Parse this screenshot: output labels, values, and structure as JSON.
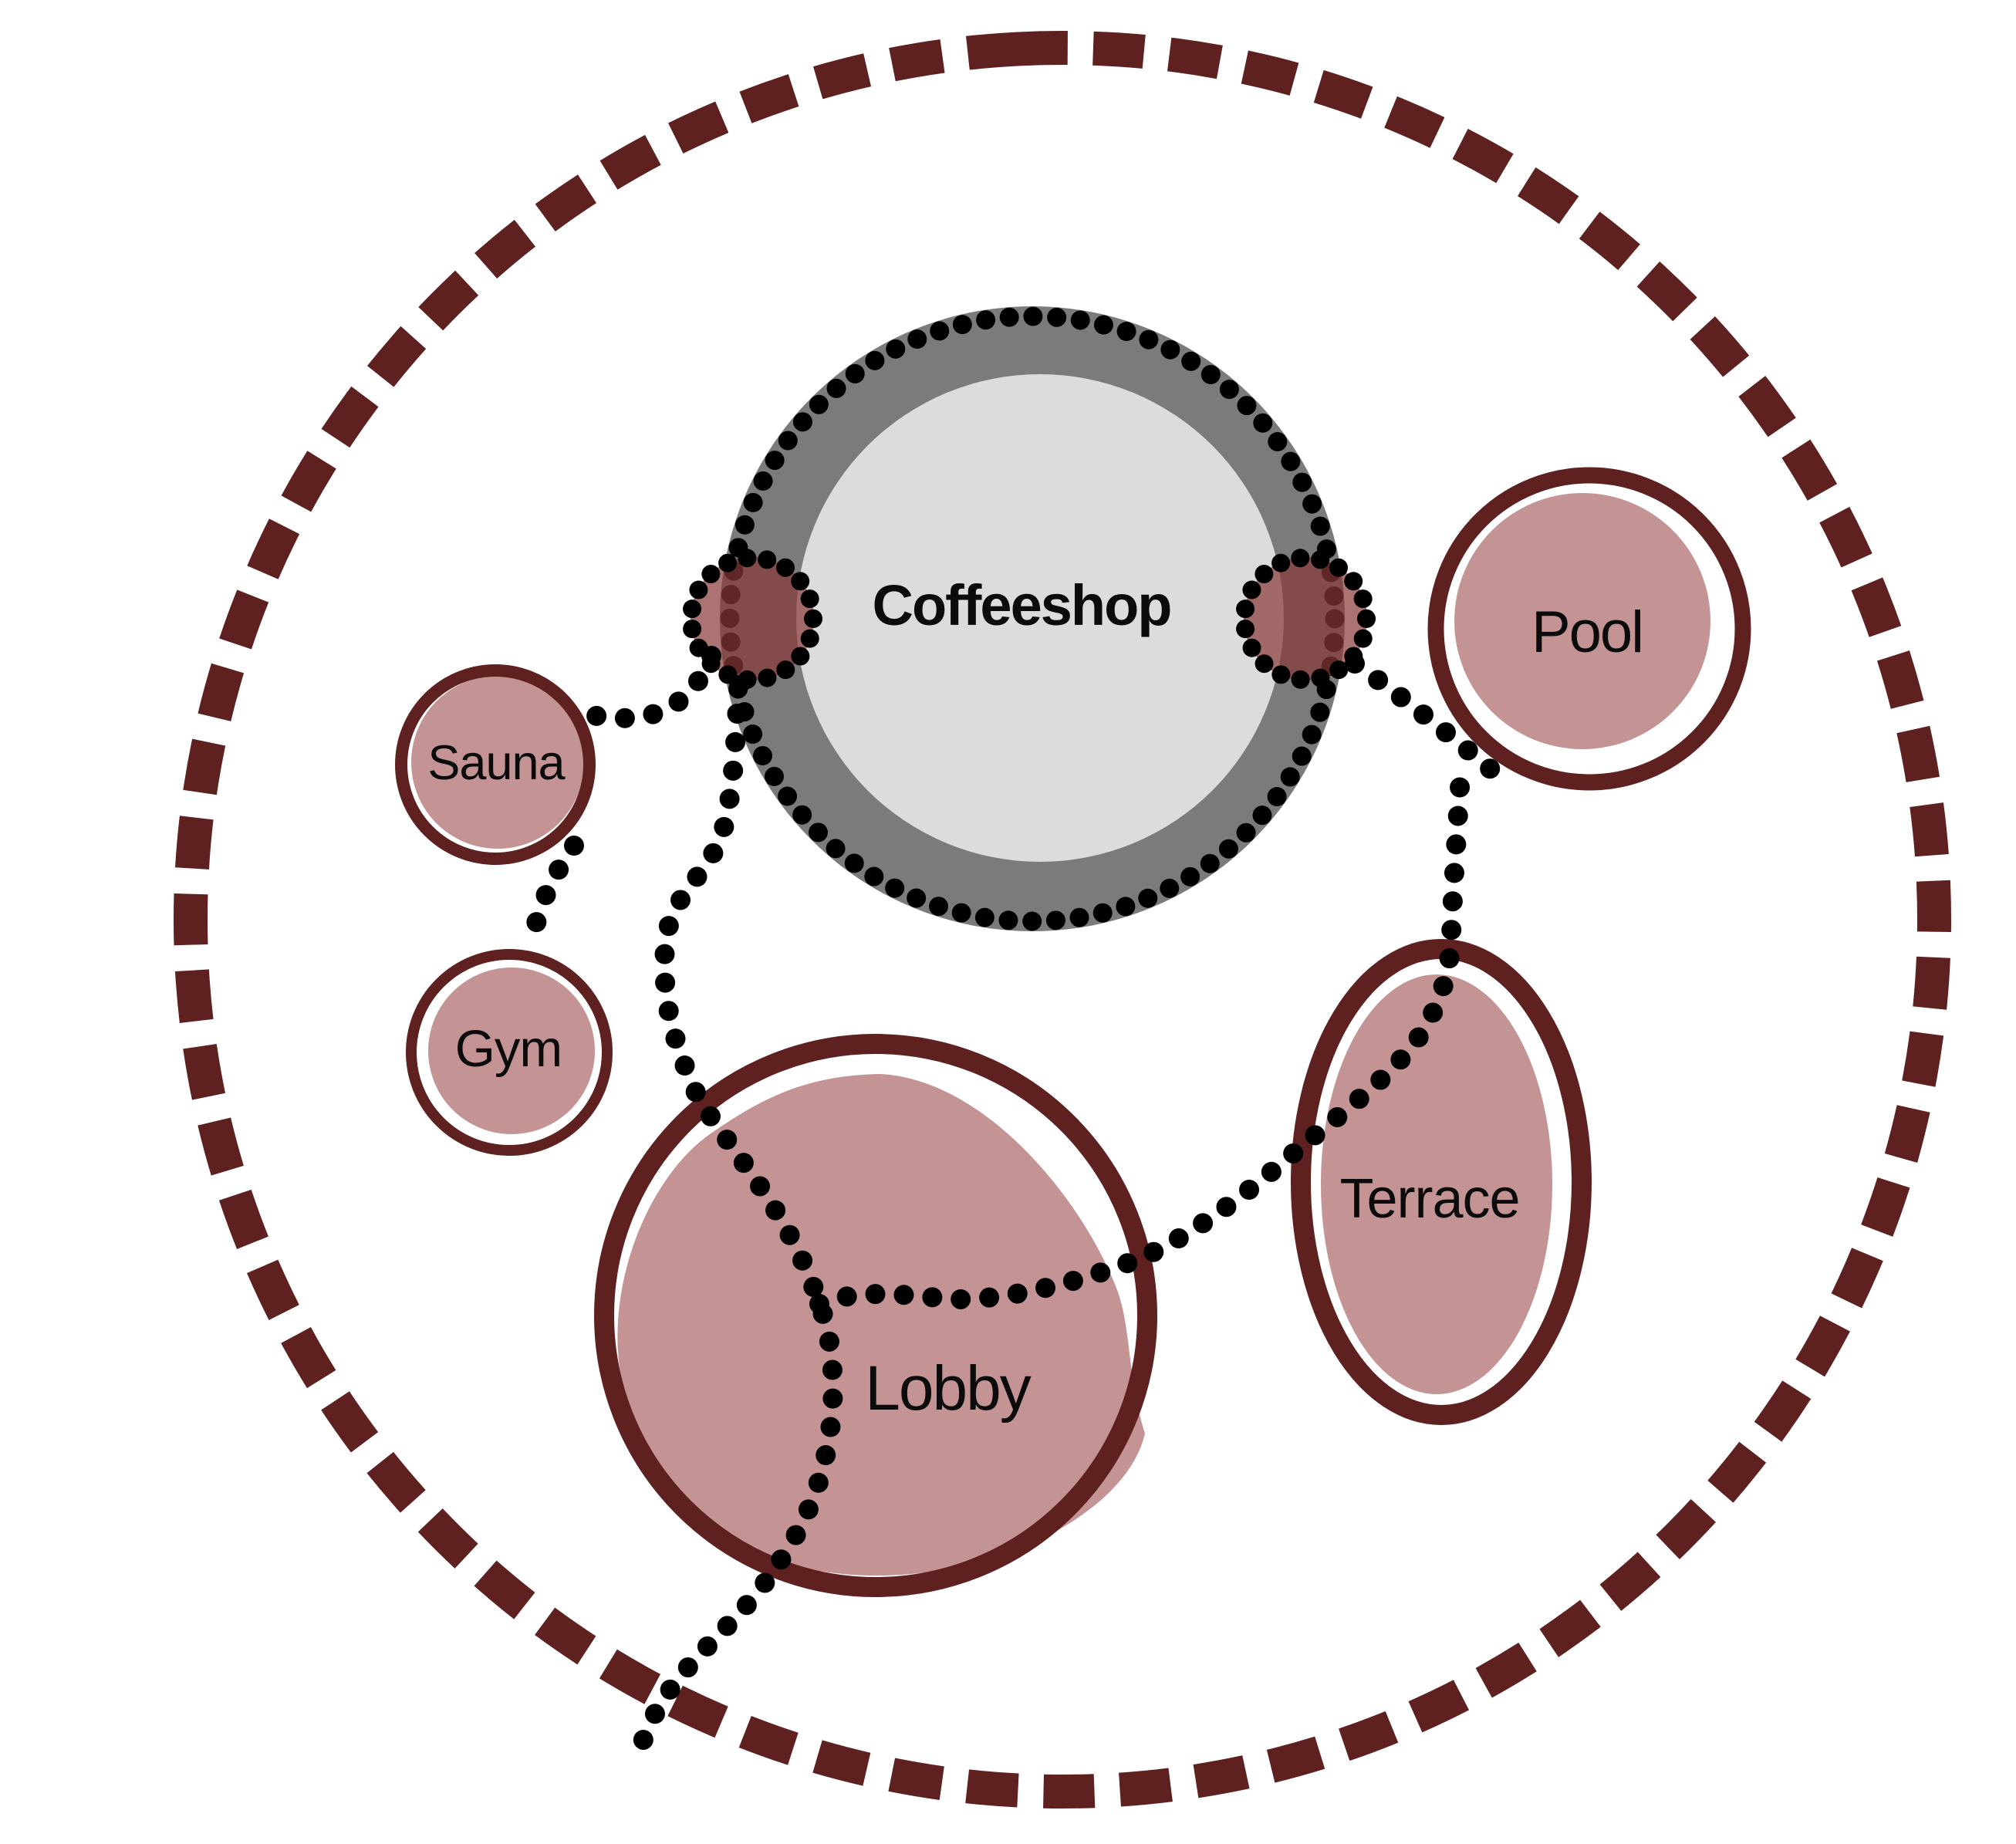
{
  "colors": {
    "maroon": "#5E2120",
    "pink": "#C49494",
    "gray_ring": "#7B7B7B",
    "gray_inner": "#DCDCDC",
    "dot": "#000000",
    "connector": "#873734",
    "background": "#FFFFFF"
  },
  "nodes": {
    "coffeeshop": {
      "label": "Coffeeshop"
    },
    "pool": {
      "label": "Pool"
    },
    "sauna": {
      "label": "Sauna"
    },
    "gym": {
      "label": "Gym"
    },
    "lobby": {
      "label": "Lobby"
    },
    "terrace": {
      "label": "Terrace"
    }
  }
}
